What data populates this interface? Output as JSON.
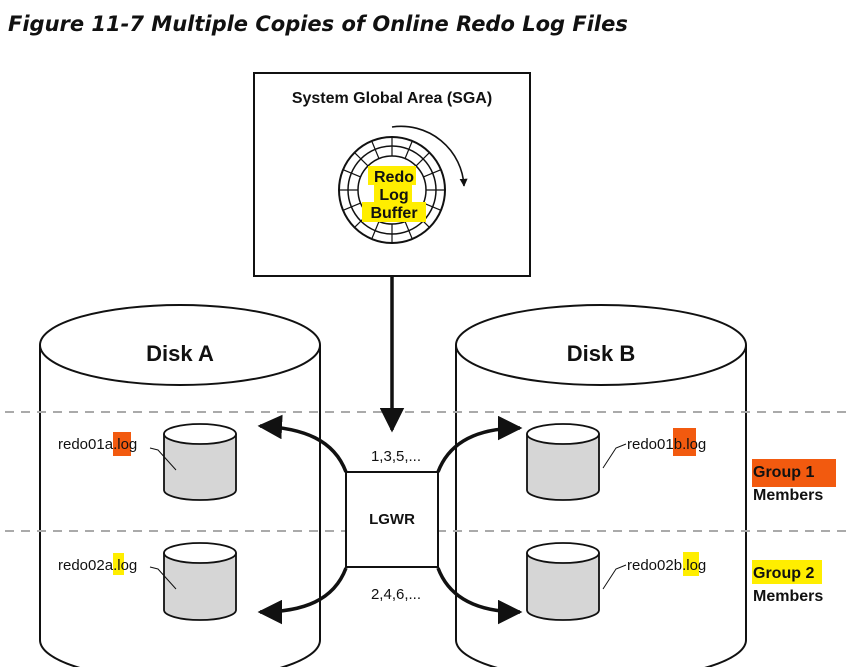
{
  "figure": {
    "title": "Figure 11-7 Multiple Copies of Online Redo Log Files"
  },
  "sga": {
    "title": "System Global Area (SGA)",
    "buffer_lines": [
      "Redo",
      "Log",
      "Buffer"
    ]
  },
  "lgwr": {
    "label": "LGWR",
    "top_sequence": "1,3,5,...",
    "bottom_sequence": "2,4,6,..."
  },
  "disks": {
    "a": {
      "title": "Disk A",
      "file1": {
        "prefix": "redo01",
        "suffix_letter": "a",
        "ext": ".log"
      },
      "file2": {
        "prefix": "redo02",
        "suffix_letter": "a",
        "ext": ".log"
      }
    },
    "b": {
      "title": "Disk B",
      "file1": {
        "prefix": "redo01",
        "suffix_letter": "b",
        "ext": ".log"
      },
      "file2": {
        "prefix": "redo02",
        "suffix_letter": "b",
        "ext": ".log"
      }
    }
  },
  "groups": {
    "group1": {
      "line1": "Group 1",
      "line2": "Members"
    },
    "group2": {
      "line1": "Group 2",
      "line2": "Members"
    }
  },
  "colors": {
    "highlight_yellow": "#ffee00",
    "highlight_orange": "#f25a0f",
    "cylinder_gray": "#d6d6d6",
    "stroke": "#111111",
    "dashed_line": "#aaaaaa"
  }
}
